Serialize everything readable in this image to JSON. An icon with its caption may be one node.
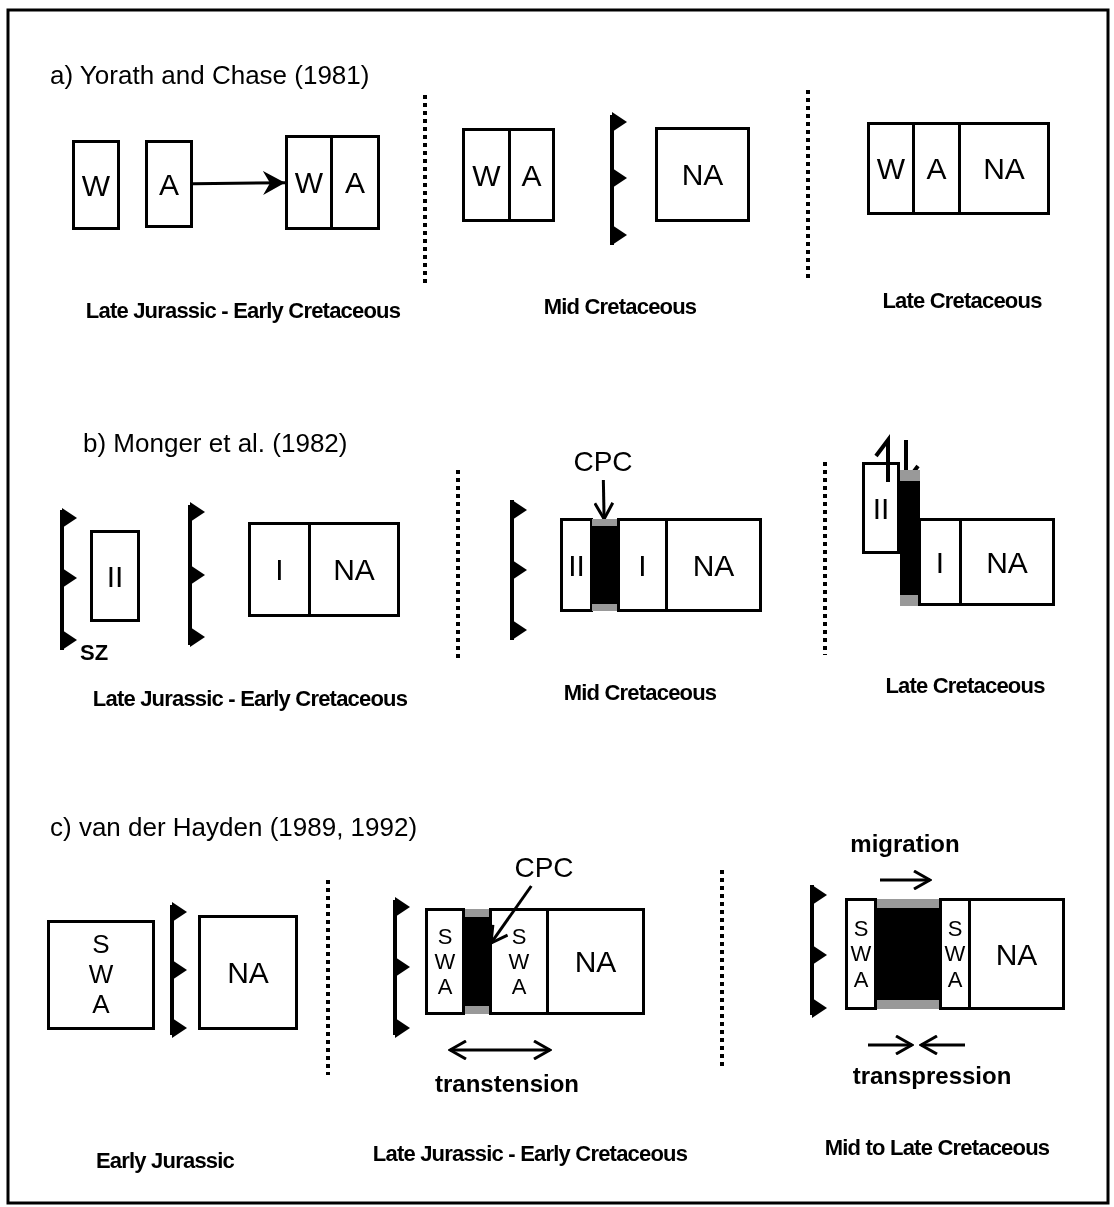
{
  "diagram": {
    "nodes": [
      {
        "text": [
          "W"
        ]
      },
      {
        "text": [
          "A"
        ]
      },
      {
        "text": [
          "W"
        ]
      },
      {
        "text": [
          "A"
        ]
      },
      {
        "text": [
          "W"
        ]
      },
      {
        "text": [
          "A"
        ]
      },
      {
        "text": [
          "NA"
        ]
      },
      {
        "text": [
          "W"
        ]
      },
      {
        "text": [
          "A"
        ]
      },
      {
        "text": [
          "NA"
        ]
      },
      {
        "text": [
          "II"
        ]
      },
      {
        "text": [
          "I"
        ]
      },
      {
        "text": [
          "NA"
        ]
      },
      {
        "text": [
          "CPC"
        ]
      },
      {
        "text": [
          "II"
        ]
      },
      {
        "text": [],
        "shape": "bar"
      },
      {
        "text": [
          "I"
        ]
      },
      {
        "text": [
          "NA"
        ]
      },
      {
        "text": [
          "II"
        ]
      },
      {
        "text": [],
        "shape": "bar"
      },
      {
        "text": [
          "I"
        ]
      },
      {
        "text": [
          "NA"
        ]
      },
      {
        "text": [
          "S W A"
        ]
      },
      {
        "text": [
          "NA"
        ]
      },
      {
        "text": [
          "CPC"
        ]
      },
      {
        "text": [
          "S W A"
        ]
      },
      {
        "text": [],
        "shape": "bar"
      },
      {
        "text": [
          "S W A"
        ]
      },
      {
        "text": [
          "NA"
        ]
      },
      {
        "text": [
          "S W A"
        ]
      },
      {
        "text": [],
        "shape": "bar"
      },
      {
        "text": [
          "S W A"
        ]
      },
      {
        "text": [
          "NA"
        ]
      }
    ],
    "edges": [
      {
        "from": 1,
        "to": 2,
        "arrow": "to"
      },
      {
        "from": 13,
        "to": 15,
        "arrow": "to"
      },
      {
        "from": 24,
        "to": 26,
        "arrow": "to"
      }
    ],
    "labels": [
      "a) Yorath and Chase (1981)",
      "Late Jurassic - Early Cretaceous",
      "Mid Cretaceous",
      "Late Cretaceous",
      "b) Monger et al. (1982)",
      "SZ",
      "Late Jurassic - Early Cretaceous",
      "Mid Cretaceous",
      "Late Cretaceous",
      "c) van der Hayden (1989, 1992)",
      "migration",
      "transtension",
      "transpression",
      "Early Jurassic",
      "Late Jurassic - Early Cretaceous",
      "Mid to Late Cretaceous"
    ]
  }
}
